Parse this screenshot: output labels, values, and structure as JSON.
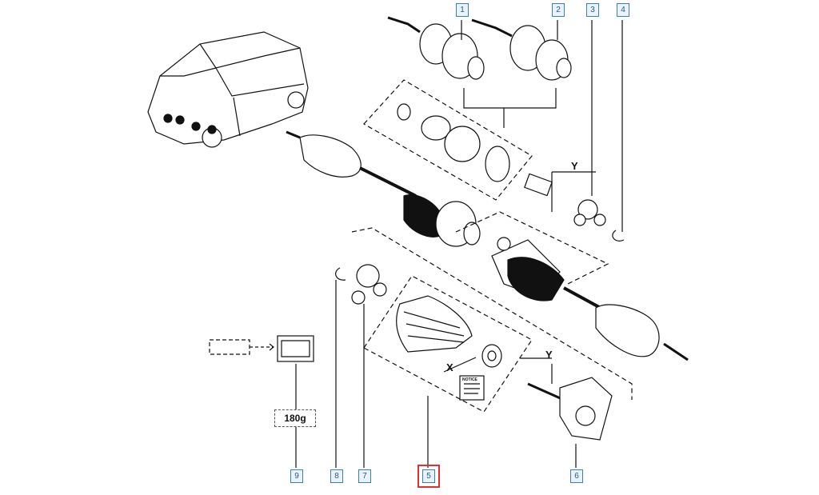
{
  "callouts": [
    {
      "id": "1",
      "label": "1"
    },
    {
      "id": "2",
      "label": "2"
    },
    {
      "id": "3",
      "label": "3"
    },
    {
      "id": "4",
      "label": "4"
    },
    {
      "id": "5",
      "label": "5",
      "selected": true
    },
    {
      "id": "6",
      "label": "6"
    },
    {
      "id": "7",
      "label": "7"
    },
    {
      "id": "8",
      "label": "8"
    },
    {
      "id": "9",
      "label": "9"
    }
  ],
  "quantity_label": "180g",
  "axis_marks": {
    "x": "X",
    "y": "Y"
  },
  "notice_label": "NOTICE",
  "colors": {
    "callout_border": "#3a7fc0",
    "selected_outline": "#e0302f",
    "line": "#111111"
  }
}
